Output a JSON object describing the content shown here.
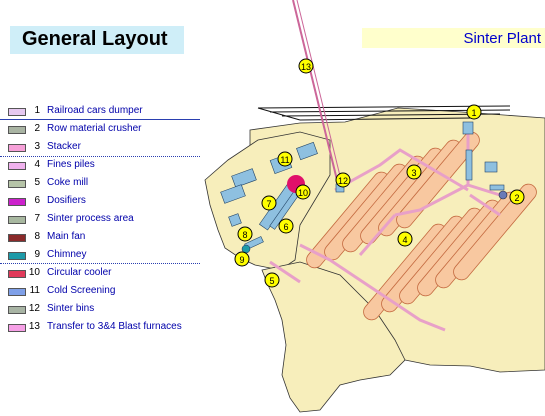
{
  "title": "General Layout",
  "plant_name": "Sinter Plant",
  "legend": [
    {
      "num": "1",
      "label": "Railroad cars dumper",
      "color": "#e6c8f0"
    },
    {
      "num": "2",
      "label": "Row material crusher",
      "color": "#a9b4a3"
    },
    {
      "num": "3",
      "label": "Stacker",
      "color": "#f6a0d8"
    },
    {
      "num": "4",
      "label": "Fines piles",
      "color": "#f0b2ee"
    },
    {
      "num": "5",
      "label": "Coke mill",
      "color": "#b6c4a8"
    },
    {
      "num": "6",
      "label": "Dosifiers",
      "color": "#cc22cc"
    },
    {
      "num": "7",
      "label": "Sinter process area",
      "color": "#a8b8a0"
    },
    {
      "num": "8",
      "label": "Main fan",
      "color": "#8a2a2a"
    },
    {
      "num": "9",
      "label": "Chimney",
      "color": "#1d9aa8"
    },
    {
      "num": "10",
      "label": "Circular cooler",
      "color": "#e03a5a"
    },
    {
      "num": "11",
      "label": "Cold Screening",
      "color": "#7fa0e8"
    },
    {
      "num": "12",
      "label": "Sinter bins",
      "color": "#a8b4a4"
    },
    {
      "num": "13",
      "label": "Transfer to 3&4 Blast furnaces",
      "color": "#f6a0e6"
    }
  ],
  "markers": [
    "1",
    "2",
    "3",
    "4",
    "5",
    "6",
    "7",
    "8",
    "9",
    "10",
    "11",
    "12",
    "13"
  ],
  "colors": {
    "ground": "#f7eebb",
    "pile": "#f8c8a0",
    "pile_stroke": "#c46a40",
    "conveyor": "#e8a0c8",
    "building": "#8ec0e0",
    "marker_fill": "#ffff00",
    "legend_text": "#0000aa"
  }
}
